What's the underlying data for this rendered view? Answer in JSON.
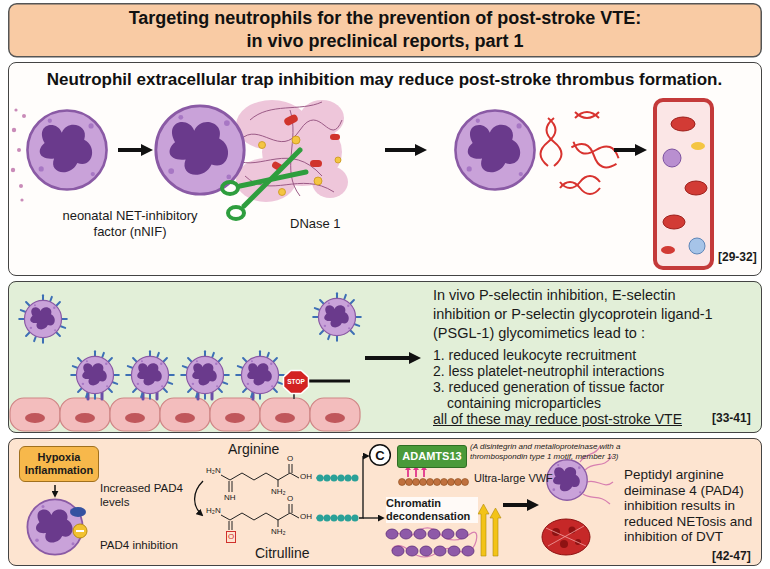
{
  "diagram": {
    "title": "Targeting neutrophils for the prevention of post-stroke VTE: in vivo preclinical reports, part 1",
    "nodes": [
      {
        "text": [
          "Neutrophil extracellular trap inhibition may reduce post-stroke thrombus formation."
        ]
      },
      {
        "text": [
          "In vivo P-selectin inhibition, E-selectin inhibition or P-selectin glycoprotein ligand-1 (PSGL-1) glycomimetics lead to :",
          "1. reduced leukocyte recruitment",
          "2. less platelet-neutrophil interactions",
          "3. reduced generation of tissue factor containing microparticles",
          "all of these may reduce post-stroke VTE"
        ]
      },
      {
        "text": [
          "STOP"
        ],
        "in": 1
      },
      {
        "text": [
          "Peptidyl arginine deiminase 4 (PAD4) inhibition results in reduced NETosis and inhibition of DVT"
        ]
      },
      {
        "text": [
          "Hypoxia Inflammation"
        ],
        "in": 3
      },
      {
        "text": [
          "C"
        ],
        "in": 3
      },
      {
        "text": [
          "ADAMTS13"
        ],
        "in": 3
      }
    ],
    "labels": [
      "neonatal NET-inhibitory factor (nNIF)",
      "DNase 1",
      "[29-32]",
      "[33-41]",
      "Increased PAD4 levels",
      "PAD4 inhibition",
      "Arginine",
      "Citrulline",
      "(A disintegrin and metalloproteinase with a thrombospondin type 1 motif, member 13)",
      "Ultra-large VWF",
      "Chromatin decondensation",
      "[42-47]",
      "H₂N",
      "NH",
      "NH₂",
      "O",
      "OH",
      "H₂N",
      "O",
      "NH₂",
      "O",
      "OH"
    ]
  }
}
